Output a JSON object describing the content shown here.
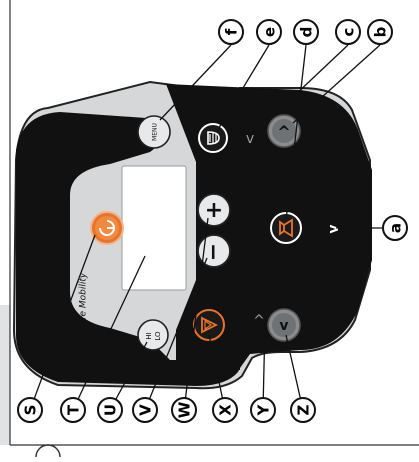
{
  "panel": {
    "menu_label": "MENU",
    "hilo_hi": "HI",
    "hilo_lo": "LO",
    "brand": "Life Mobility",
    "plus": "+",
    "minus": "−",
    "chevron_up": "^",
    "chevron_down": "v"
  },
  "callouts": [
    {
      "id": "a",
      "label": "a"
    },
    {
      "id": "b",
      "label": "b"
    },
    {
      "id": "c",
      "label": "c"
    },
    {
      "id": "d",
      "label": "d"
    },
    {
      "id": "e",
      "label": "e"
    },
    {
      "id": "f",
      "label": "f"
    },
    {
      "id": "S",
      "label": "S"
    },
    {
      "id": "T",
      "label": "T"
    },
    {
      "id": "U",
      "label": "U"
    },
    {
      "id": "V",
      "label": "V"
    },
    {
      "id": "W",
      "label": "W"
    },
    {
      "id": "X",
      "label": "X"
    },
    {
      "id": "Y",
      "label": "Y"
    },
    {
      "id": "Z",
      "label": "Z"
    }
  ],
  "colors": {
    "panel_dark": "#111111",
    "panel_light": "#d6d7d8",
    "accent": "#e8732a",
    "button_grey": "#8a8d90",
    "outline": "#222222",
    "side_grey": "#e1e2e3"
  }
}
